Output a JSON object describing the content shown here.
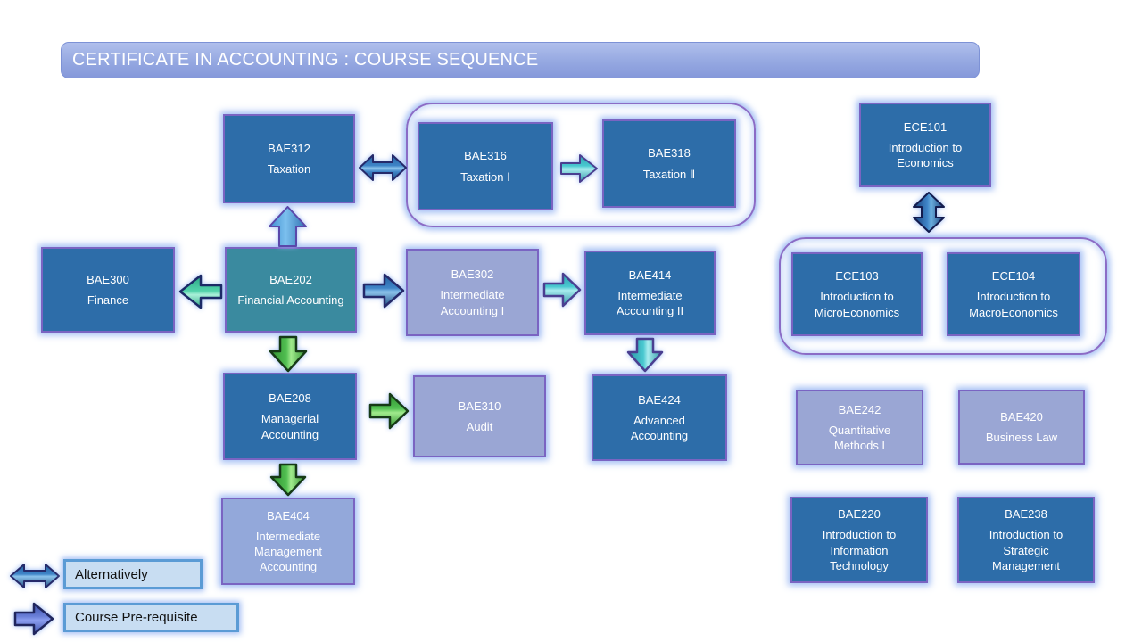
{
  "title": "CERTIFICATE IN ACCOUNTING : COURSE SEQUENCE",
  "colors": {
    "box_dark_blue": "#2d6da9",
    "box_teal": "#3a8a9f",
    "box_lavender": "#9aa6d4",
    "box_light_lavender": "#93a8da",
    "box_border_purple": "#7a64c2",
    "group_border_purple": "#8b6cc6",
    "glow_blue": "#94b4f2",
    "banner_blue": "#95a8e1",
    "legend_fill": "#c8ddf2",
    "legend_border": "#5b9bd5",
    "arrow_blue": "#3f85c8",
    "arrow_teal": "#49c8d0",
    "arrow_green": "#52c052",
    "arrow_teal_green": "#53d3ab",
    "arrow_light_blue": "#7cc0ee",
    "arrow_purple_blue": "#6a7fd8"
  },
  "courses": {
    "bae312": {
      "code": "BAE312",
      "name": "Taxation"
    },
    "bae316": {
      "code": "BAE316",
      "name": "Taxation Ⅰ"
    },
    "bae318": {
      "code": "BAE318",
      "name": "Taxation Ⅱ"
    },
    "ece101": {
      "code": "ECE101",
      "name": "Introduction to\nEconomics"
    },
    "bae300": {
      "code": "BAE300",
      "name": "Finance"
    },
    "bae202": {
      "code": "BAE202",
      "name": "Financial Accounting"
    },
    "bae302": {
      "code": "BAE302",
      "name": "Intermediate\nAccounting I"
    },
    "bae414": {
      "code": "BAE414",
      "name": "Intermediate\nAccounting II"
    },
    "ece103": {
      "code": "ECE103",
      "name": "Introduction to\nMicroEconomics"
    },
    "ece104": {
      "code": "ECE104",
      "name": "Introduction to\nMacroEconomics"
    },
    "bae208": {
      "code": "BAE208",
      "name": "Managerial\nAccounting"
    },
    "bae310": {
      "code": "BAE310",
      "name": "Audit"
    },
    "bae424": {
      "code": "BAE424",
      "name": "Advanced\nAccounting"
    },
    "bae242": {
      "code": "BAE242",
      "name": "Quantitative\nMethods I"
    },
    "bae420": {
      "code": "BAE420",
      "name": "Business Law"
    },
    "bae404": {
      "code": "BAE404",
      "name": "Intermediate\nManagement\nAccounting"
    },
    "bae220": {
      "code": "BAE220",
      "name": "Introduction to\nInformation\nTechnology"
    },
    "bae238": {
      "code": "BAE238",
      "name": "Introduction to\nStrategic\nManagement"
    }
  },
  "edges": [
    {
      "from": "BAE312",
      "to": "BAE316+BAE318",
      "type": "alternatively"
    },
    {
      "from": "BAE316",
      "to": "BAE318",
      "type": "pre-requisite"
    },
    {
      "from": "BAE202",
      "to": "BAE312",
      "type": "pre-requisite"
    },
    {
      "from": "BAE202",
      "to": "BAE300",
      "type": "pre-requisite"
    },
    {
      "from": "BAE202",
      "to": "BAE302",
      "type": "pre-requisite"
    },
    {
      "from": "BAE302",
      "to": "BAE414",
      "type": "pre-requisite"
    },
    {
      "from": "BAE202",
      "to": "BAE208",
      "type": "pre-requisite"
    },
    {
      "from": "BAE208",
      "to": "BAE310",
      "type": "pre-requisite"
    },
    {
      "from": "BAE414",
      "to": "BAE424",
      "type": "pre-requisite"
    },
    {
      "from": "BAE208",
      "to": "BAE404",
      "type": "pre-requisite"
    },
    {
      "from": "ECE101",
      "to": "ECE103+ECE104",
      "type": "alternatively"
    }
  ],
  "legend": {
    "alternatively": "Alternatively",
    "prerequisite": "Course Pre-requisite"
  }
}
